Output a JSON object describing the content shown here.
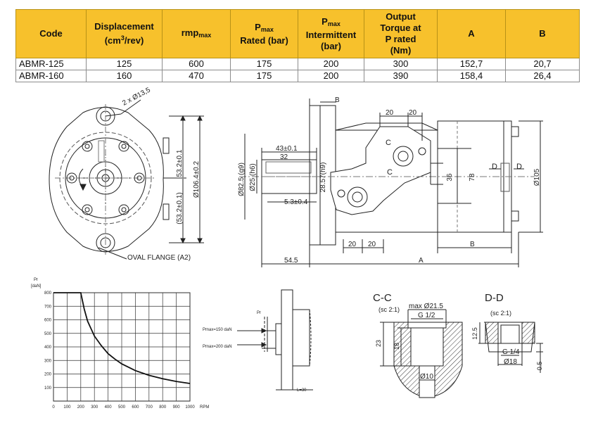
{
  "table": {
    "headers": {
      "code": "Code",
      "displacement_line1": "Displacement",
      "displacement_line2_pre": "(cm",
      "displacement_sup": "3",
      "displacement_line2_post": "/rev)",
      "rmp_main": "rmp",
      "rmp_sub": "max",
      "p_rated_p": "P",
      "p_rated_sub": "max",
      "p_rated_line2": "Rated (bar)",
      "p_int_p": "P",
      "p_int_sub": "max",
      "p_int_line2": "Intermittent",
      "p_int_line3": "(bar)",
      "torque_line1": "Output",
      "torque_line2": "Torque at",
      "torque_line3": "P rated",
      "torque_line4": "(Nm)",
      "a": "A",
      "b": "B"
    },
    "rows": [
      {
        "code": "ABMR-125",
        "disp": "125",
        "rmp": "600",
        "prated": "175",
        "pint": "200",
        "torque": "300",
        "a": "152,7",
        "b": "20,7"
      },
      {
        "code": "ABMR-160",
        "disp": "160",
        "rmp": "470",
        "prated": "175",
        "pint": "200",
        "torque": "390",
        "a": "158,4",
        "b": "26,4"
      }
    ]
  },
  "front_view": {
    "bolt_label": "2 x Ø13,5",
    "dim_upper": "53.2±0.1",
    "dim_total": "Ø106.4±0.2",
    "dim_lower": "(53.2±0.1)",
    "flange_label": "OVAL FLANGE (A2)"
  },
  "side_view": {
    "b_top": "B",
    "dim_20a": "20",
    "dim_20b": "20",
    "key_width": "43±0.1",
    "key_len": "32",
    "pilot": "Ø82.5 (g9)",
    "shaft": "Ø25 (h6)",
    "shaft_key": "28.57(h9)",
    "key_offset": "5.3±0.4",
    "port_c1": "C",
    "port_c2": "C",
    "dim_36": "36",
    "dim_78": "78",
    "port_d1": "D",
    "port_d2": "D",
    "dim_105": "Ø105",
    "dim_20c": "20",
    "dim_20d": "20",
    "b_bottom": "B",
    "dim_545": "54.5",
    "a_bottom": "A"
  },
  "chart_data": {
    "type": "line",
    "title": "",
    "ylabel_line1": "Pr",
    "ylabel_line2": "[daN]",
    "xlabel": "RPM",
    "x_ticks": [
      0,
      100,
      200,
      300,
      400,
      500,
      600,
      700,
      800,
      900,
      1000
    ],
    "y_ticks": [
      100,
      200,
      300,
      400,
      500,
      600,
      700,
      800
    ],
    "xlim": [
      0,
      1000
    ],
    "ylim": [
      0,
      800
    ],
    "grid": true,
    "series": [
      {
        "x": [
          0,
          100,
          200,
          225,
          250,
          300,
          350,
          400,
          450,
          500,
          600,
          700,
          800,
          900,
          1000
        ],
        "y": [
          800,
          800,
          800,
          680,
          590,
          480,
          410,
          350,
          310,
          275,
          225,
          190,
          165,
          145,
          130
        ]
      }
    ]
  },
  "load_diagram": {
    "pr": "Pr",
    "line1": "Pmax=150 daN",
    "line2": "Pmax=200 daN",
    "l": "L=30"
  },
  "section_cc": {
    "title": "C-C",
    "scale": "(sc 2:1)",
    "max_dia": "max Ø21.5",
    "thread": "G 1/2",
    "dim_23": "23",
    "dim_18": "18",
    "dim_10": "Ø10"
  },
  "section_dd": {
    "title": "D-D",
    "scale": "(sc 2:1)",
    "dim_125": "12.5",
    "thread": "G 1/4",
    "dim_18": "Ø18",
    "dim_05": "0.5"
  }
}
